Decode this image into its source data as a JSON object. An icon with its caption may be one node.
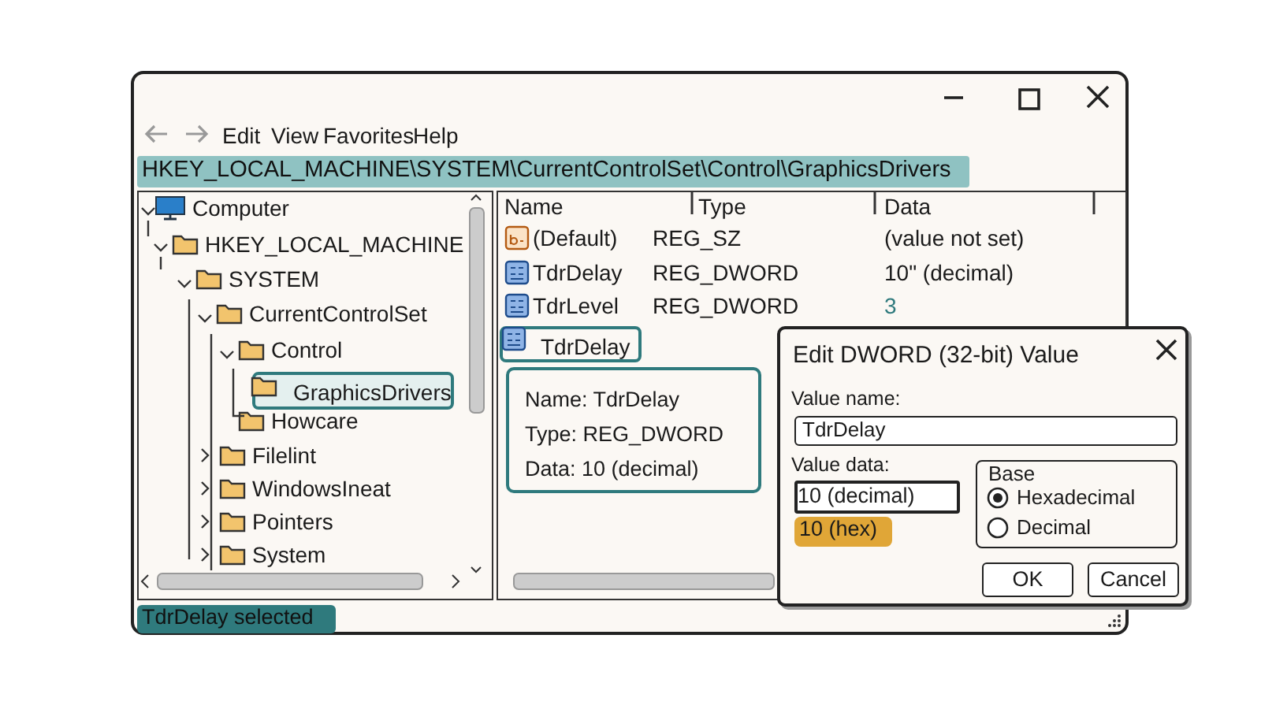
{
  "diagram": {
    "nodes": [
      {
        "text": [],
        "shape": "box"
      },
      {
        "text": [
          "HKEY_LOCAL_MACHINE\\SYSTEM\\CurrentControlSet\\Control\\GraphicsDrivers"
        ],
        "in": 0
      },
      {
        "text": [],
        "shape": "box",
        "in": 0
      },
      {
        "text": [
          "GraphicsDrivers"
        ],
        "in": 2
      },
      {
        "text": [],
        "shape": "box",
        "in": 0
      },
      {
        "text": [
          "TdrDelay"
        ],
        "in": 4
      },
      {
        "text": [
          "Name: TdrDelay",
          "Type: REG_DWORD",
          "Data: 10 (decimal)"
        ],
        "in": 4
      },
      {
        "text": [
          "TdrDelay selected"
        ],
        "in": 0
      },
      {
        "text": [
          "Edit DWORD (32-bit) Value"
        ]
      },
      {
        "text": [
          "TdrDelay"
        ],
        "in": 8
      },
      {
        "text": [
          "10 (decimal)"
        ],
        "in": 8
      },
      {
        "text": [
          "10 (hex)"
        ],
        "in": 8
      },
      {
        "text": [
          "Base"
        ],
        "in": 8
      },
      {
        "text": [
          "OK"
        ],
        "in": 8
      },
      {
        "text": [
          "Cancel"
        ],
        "in": 8
      }
    ],
    "labels": [
      "Edit",
      "View",
      "Favorites",
      "Help",
      "Computer",
      "HKEY_LOCAL_MACHINE",
      "SYSTEM",
      "CurrentControlSet",
      "Control",
      "Howcare",
      "Filelint",
      "WindowsIneat",
      "Pointers",
      "System",
      "Name",
      "Type",
      "Data",
      "(Default)",
      "REG_SZ",
      "(value not set)",
      "TdrDelay",
      "REG_DWORD",
      "10\" (decimal)",
      "TdrLevel",
      "REG_DWORD",
      "3",
      "Value name:",
      "Value data:",
      "Hexadecimal",
      "Decimal"
    ]
  }
}
